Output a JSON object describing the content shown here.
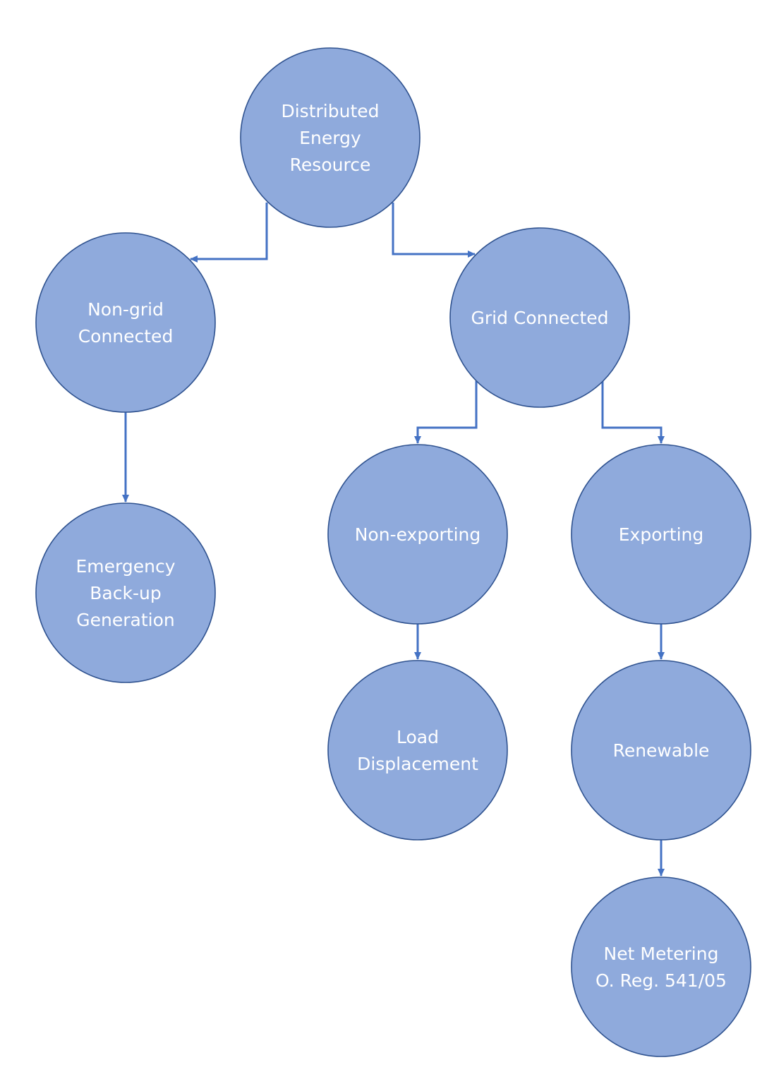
{
  "colors": {
    "node_fill": "#8faadc",
    "node_stroke": "#2f528f",
    "connector": "#4472c4",
    "label": "#ffffff"
  },
  "nodes": [
    {
      "id": "distributed-energy-resource",
      "lines": [
        "Distributed",
        "Energy",
        "Resource"
      ]
    },
    {
      "id": "non-grid-connected",
      "lines": [
        "Non-grid",
        "Connected"
      ]
    },
    {
      "id": "grid-connected",
      "lines": [
        "Grid Connected"
      ]
    },
    {
      "id": "emergency-back-up-generation",
      "lines": [
        "Emergency",
        "Back-up",
        "Generation"
      ]
    },
    {
      "id": "non-exporting",
      "lines": [
        "Non-exporting"
      ]
    },
    {
      "id": "exporting",
      "lines": [
        "Exporting"
      ]
    },
    {
      "id": "load-displacement",
      "lines": [
        "Load",
        "Displacement"
      ]
    },
    {
      "id": "renewable",
      "lines": [
        "Renewable"
      ]
    },
    {
      "id": "net-metering",
      "lines": [
        "Net Metering",
        "O. Reg. 541/05"
      ]
    }
  ],
  "edges": [
    {
      "from": "distributed-energy-resource",
      "to": "non-grid-connected"
    },
    {
      "from": "distributed-energy-resource",
      "to": "grid-connected"
    },
    {
      "from": "non-grid-connected",
      "to": "emergency-back-up-generation"
    },
    {
      "from": "grid-connected",
      "to": "non-exporting"
    },
    {
      "from": "grid-connected",
      "to": "exporting"
    },
    {
      "from": "non-exporting",
      "to": "load-displacement"
    },
    {
      "from": "exporting",
      "to": "renewable"
    },
    {
      "from": "renewable",
      "to": "net-metering"
    }
  ]
}
